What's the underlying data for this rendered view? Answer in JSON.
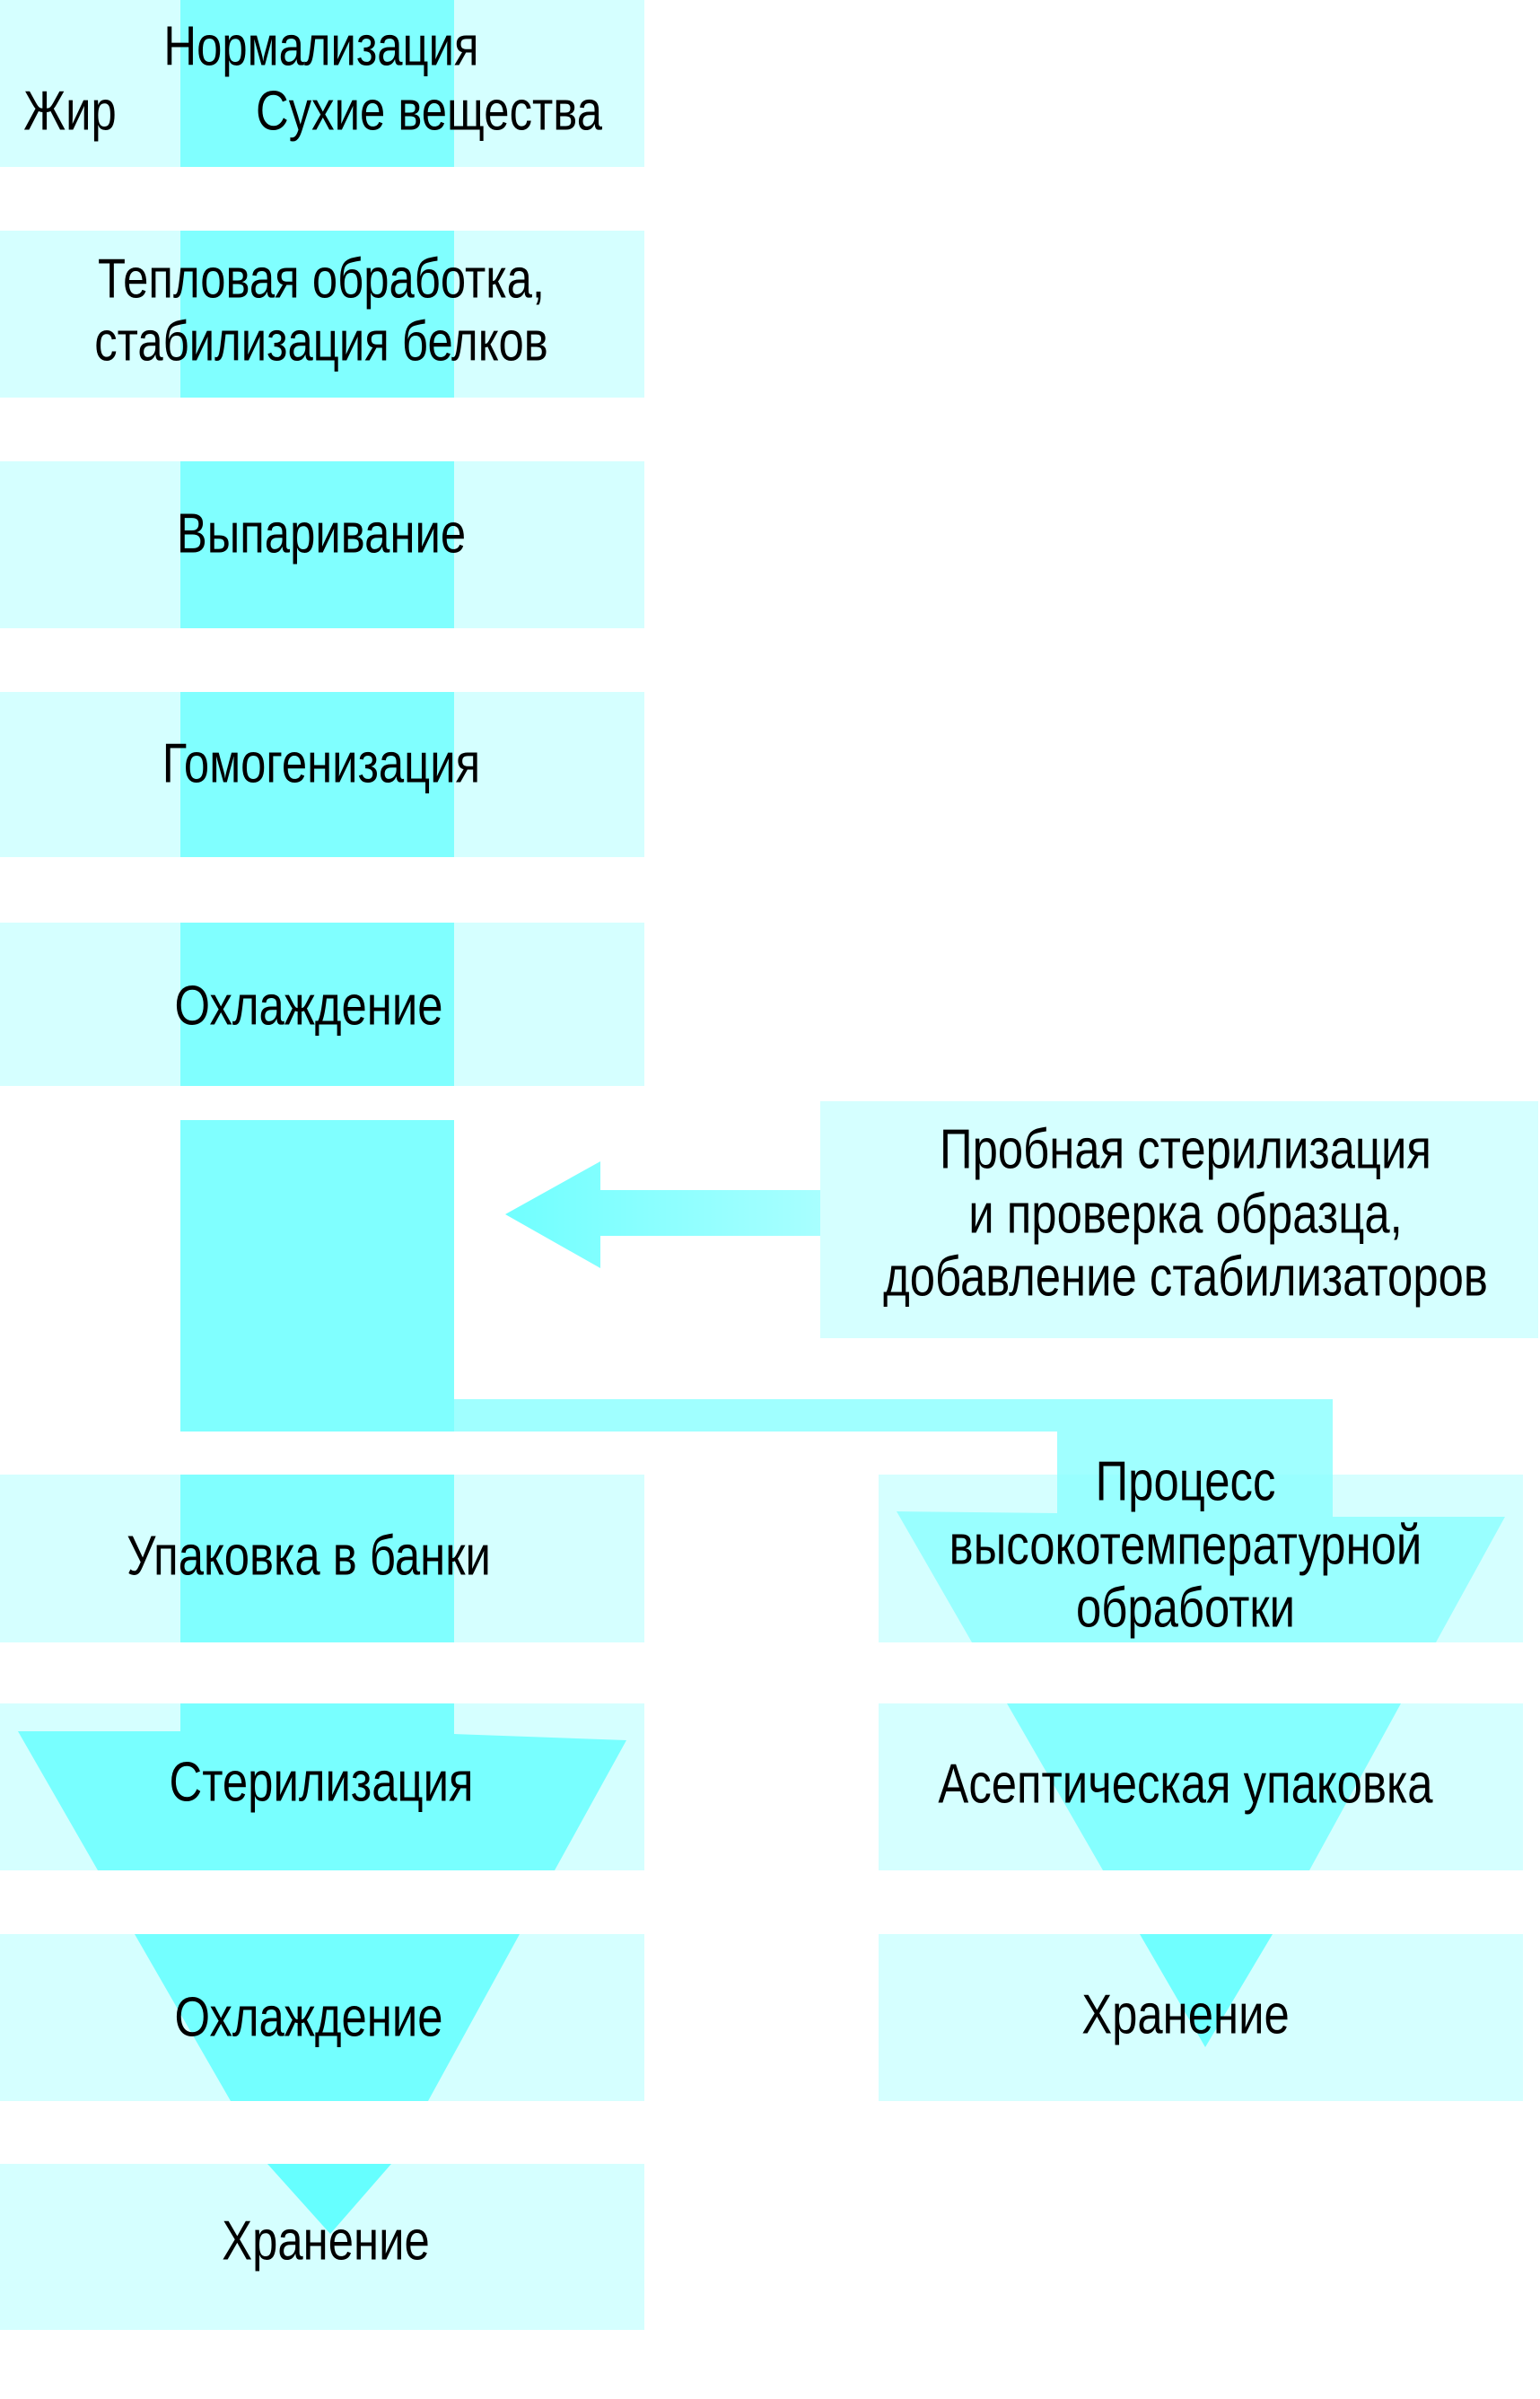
{
  "colors": {
    "box": "#d5ffff",
    "strip": "#80ffff",
    "shape": "#73ffff",
    "connector": "#a0ffff"
  },
  "left_column": {
    "normalization": {
      "title": "Нормализация",
      "fat": "Жир",
      "solids": "Сухие вещества"
    },
    "heat_treatment": {
      "line1": "Тепловая обработка,",
      "line2": "стабилизация белков"
    },
    "evaporation": "Выпаривание",
    "homogenization": "Гомогенизация",
    "cooling1": "Охлаждение",
    "canning": "Упаковка в банки",
    "sterilization": "Стерилизация",
    "cooling2": "Охлаждение",
    "storage": "Хранение"
  },
  "right_column": {
    "test_sterilization": {
      "line1": "Пробная стерилизация",
      "line2": "и проверка образца,",
      "line3": "добавление стабилизаторов"
    },
    "uht": {
      "line1": "Процесс",
      "line2": "высокотемпературной",
      "line3": "обработки"
    },
    "aseptic": "Асептическая упаковка",
    "storage": "Хранение"
  }
}
